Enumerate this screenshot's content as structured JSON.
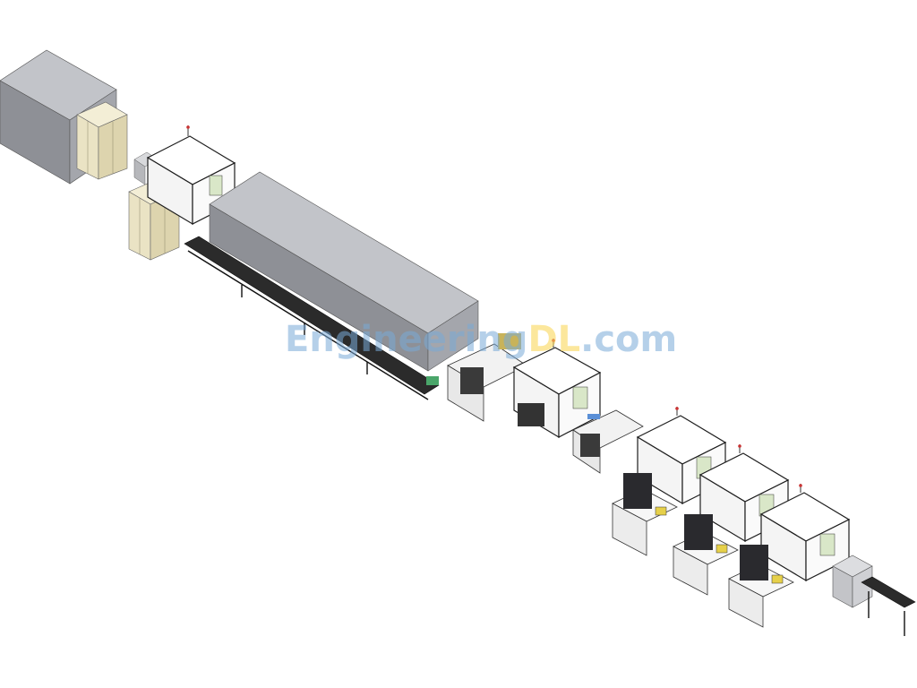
{
  "watermark": {
    "left": "Engineering",
    "highlight": "DL",
    "right": ".com",
    "color": "#7fb0d8",
    "highlight_color": "#f6d65e"
  },
  "colors": {
    "enclosure_front": "#8e9096",
    "enclosure_side": "#a4a6ac",
    "enclosure_top": "#c2c4c9",
    "cabinet": "#eae3c4",
    "station_frame": "#1e1e1e",
    "magazine": "#2a2a2e",
    "touchscreen": "#e6d04a"
  }
}
